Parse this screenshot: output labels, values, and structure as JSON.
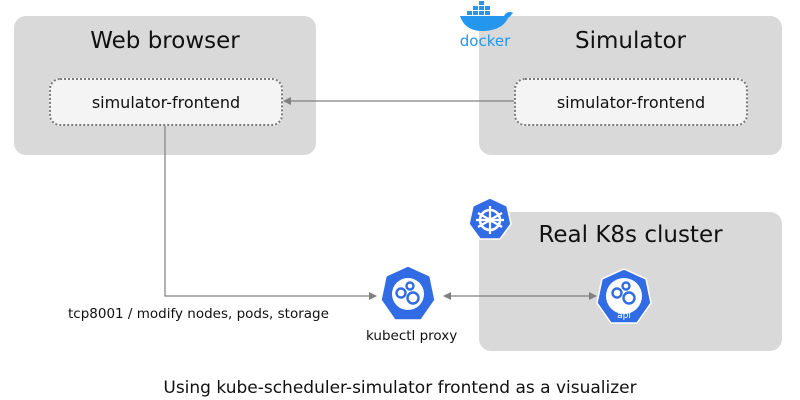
{
  "diagram": {
    "web_browser": {
      "title": "Web browser",
      "component": "simulator-frontend"
    },
    "simulator": {
      "title": "Simulator",
      "component": "simulator-frontend",
      "logo": "docker-icon",
      "logo_text": "docker"
    },
    "k8s_cluster": {
      "title": "Real K8s cluster",
      "logo": "kubernetes-helm-icon",
      "api_icon_label": "api"
    },
    "proxy": {
      "label": "kubectl proxy",
      "icon": "kubernetes-gears-icon"
    },
    "edge_label": "tcp8001 / modify nodes, pods, storage",
    "caption": "Using kube-scheduler-simulator frontend as a visualizer"
  },
  "colors": {
    "panel": "#d9d9d9",
    "inner": "#f4f4f4",
    "k8s_blue": "#326ce5",
    "docker_blue": "#2496ed",
    "arrow": "#808080"
  }
}
